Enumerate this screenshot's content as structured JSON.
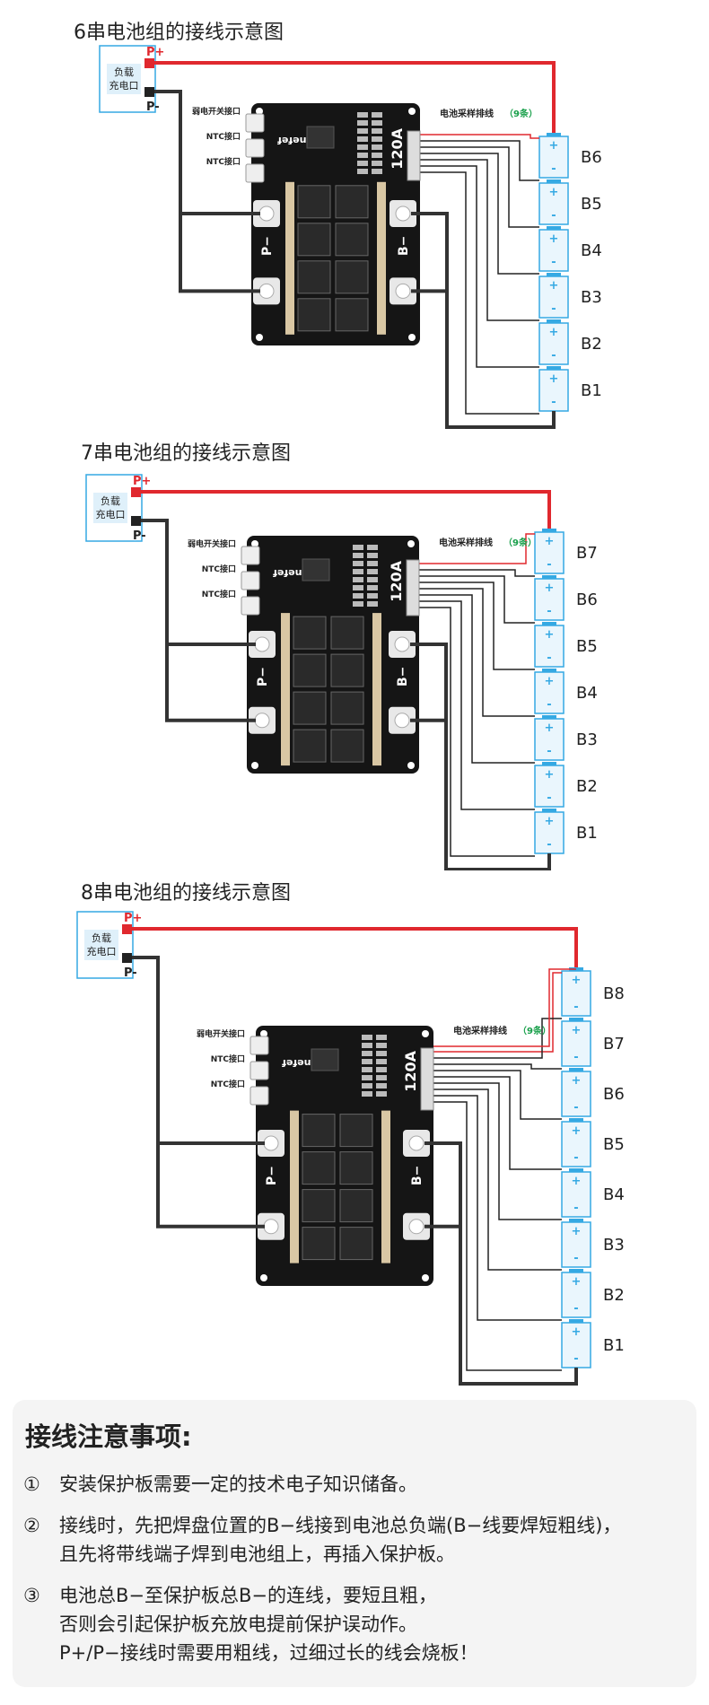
{
  "diagrams": [
    {
      "title": "6串电池组的接线示意图",
      "cells": [
        "B6",
        "B5",
        "B4",
        "B3",
        "B2",
        "B1"
      ]
    },
    {
      "title": "7串电池组的接线示意图",
      "cells": [
        "B7",
        "B6",
        "B5",
        "B4",
        "B3",
        "B2",
        "B1"
      ]
    },
    {
      "title": "8串电池组的接线示意图",
      "cells": [
        "B8",
        "B7",
        "B6",
        "B5",
        "B4",
        "B3",
        "B2",
        "B1"
      ]
    }
  ],
  "labels": {
    "load": "负载",
    "charge": "充电口",
    "p_plus": "P+",
    "p_minus": "P-",
    "switch": "弱电开关接口",
    "ntc": "NTC接口",
    "sampling": "电池采样排线",
    "sampling_count": "（9条）",
    "rating": "120A",
    "brand": "cnefef",
    "pad_p": "P−",
    "pad_b": "B−",
    "plus": "+",
    "minus": "-"
  },
  "notes": {
    "title": "接线注意事项:",
    "items": [
      {
        "num": "①",
        "lines": [
          "安装保护板需要一定的技术电子知识储备。"
        ]
      },
      {
        "num": "②",
        "lines": [
          "接线时，先把焊盘位置的B−线接到电池总负端(B−线要焊短粗线)，",
          "且先将带线端子焊到电池组上，再插入保护板。"
        ]
      },
      {
        "num": "③",
        "lines": [
          "电池总B−至保护板总B−的连线，要短且粗，",
          "否则会引起保护板充放电提前保护误动作。",
          "P+/P−接线时需要用粗线，过细过长的线会烧板！"
        ]
      }
    ]
  },
  "colors": {
    "red_wire": "#e0282e",
    "dark_wire": "#333333",
    "cell_border": "#35a9e3",
    "cell_fill": "#eaf6fd",
    "board": "#151515",
    "sampling_green": "#19a04b"
  }
}
